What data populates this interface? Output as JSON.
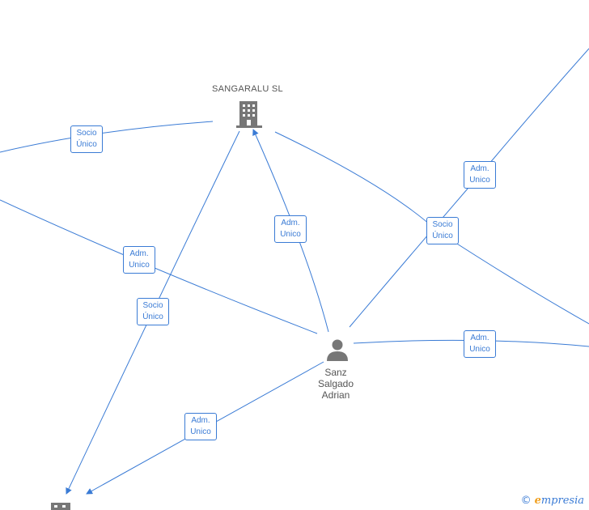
{
  "company": {
    "name": "SANGARALU  SL",
    "icon": "building-icon"
  },
  "person": {
    "name_lines": [
      "Sanz",
      "Salgado",
      "Adrian"
    ],
    "icon": "person-icon"
  },
  "relations": [
    {
      "id": "r1",
      "line1": "Socio",
      "line2": "Único"
    },
    {
      "id": "r2",
      "line1": "Adm.",
      "line2": "Unico"
    },
    {
      "id": "r3",
      "line1": "Socio",
      "line2": "Único"
    },
    {
      "id": "r4",
      "line1": "Adm.",
      "line2": "Unico"
    },
    {
      "id": "r5",
      "line1": "Adm.",
      "line2": "Unico"
    },
    {
      "id": "r6",
      "line1": "Socio",
      "line2": "Único"
    },
    {
      "id": "r7",
      "line1": "Adm.",
      "line2": "Unico"
    },
    {
      "id": "r8",
      "line1": "Adm.",
      "line2": "Unico"
    }
  ],
  "watermark": {
    "symbol": "©",
    "brand_initial": "e",
    "brand_rest": "mpresia"
  },
  "colors": {
    "edge": "#3a7bd5",
    "icon": "#777777",
    "text": "#555555"
  }
}
